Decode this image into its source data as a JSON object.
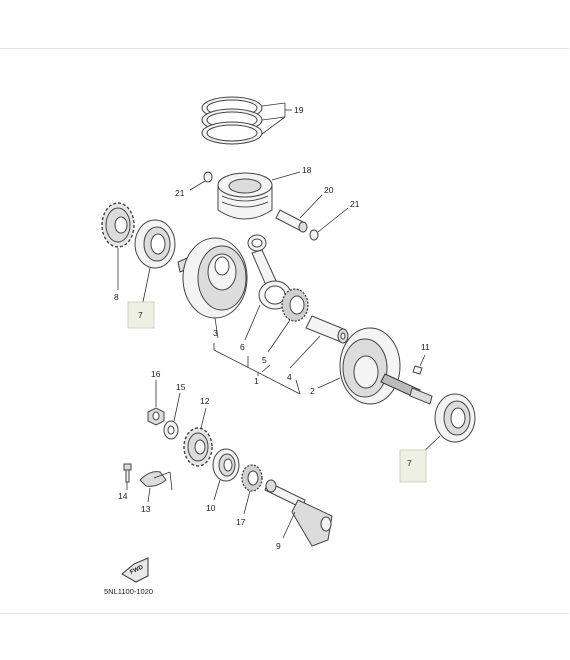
{
  "diagram": {
    "code": "5NL1100-1020",
    "fwd_mark": "FWD",
    "callouts": {
      "c1": "1",
      "c2": "2",
      "c3": "3",
      "c4": "4",
      "c5": "5",
      "c6": "6",
      "c7a": "7",
      "c7b": "7",
      "c8": "8",
      "c9": "9",
      "c10": "10",
      "c11": "11",
      "c12": "12",
      "c13": "13",
      "c14": "14",
      "c15": "15",
      "c16": "16",
      "c17": "17",
      "c18": "18",
      "c19": "19",
      "c20": "20",
      "c21a": "21",
      "c21b": "21"
    },
    "colors": {
      "highlight_box": "#eef0e4",
      "line": "#333333"
    }
  }
}
